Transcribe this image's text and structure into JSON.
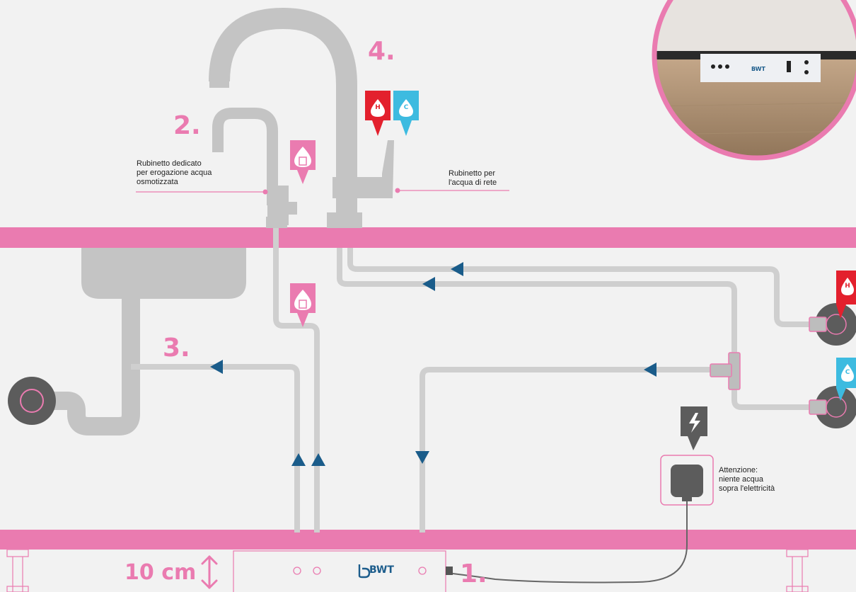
{
  "steps": {
    "one": "1.",
    "two": "2.",
    "three": "3.",
    "four": "4."
  },
  "labels": {
    "ro_tap_line1": "Rubinetto dedicato",
    "ro_tap_line2": "per erogazione acqua",
    "ro_tap_line3": "osmotizzata",
    "mains_tap_line1": "Rubinetto per",
    "mains_tap_line2": "l'acqua di rete",
    "warning_line1": "Attenzione:",
    "warning_line2": "niente acqua",
    "warning_line3": "sopra l'elettricità",
    "clearance": "10 cm"
  },
  "tags": {
    "hot": "H",
    "cold": "C"
  },
  "unit": {
    "brand": "BWT"
  },
  "colors": {
    "pink": "#ea7bb0",
    "pipe": "#c9c9c9",
    "fixture": "#bdbdbd",
    "arrow": "#1a5c8a",
    "hot": "#e3202d",
    "cold": "#3dbbe0",
    "dark": "#555555"
  },
  "icons": [
    "hot-water-marker",
    "cold-water-marker",
    "filtered-water-drop-icon",
    "electricity-icon",
    "power-socket-icon",
    "flow-arrow-icon",
    "clearance-arrow-icon",
    "bwt-logo-icon"
  ]
}
